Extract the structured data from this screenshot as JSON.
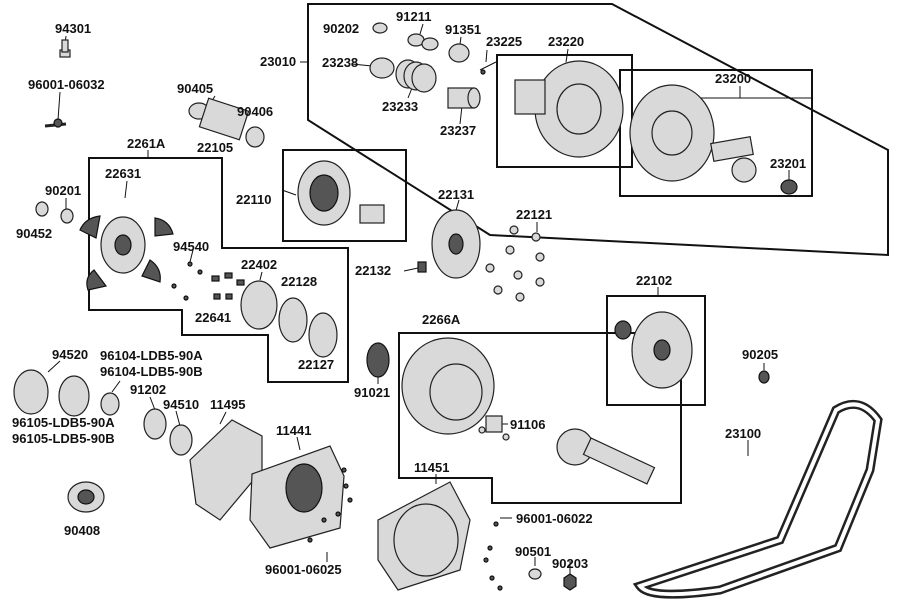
{
  "diagram": {
    "labels": {
      "p94301": "94301",
      "p96001_06032": "96001-06032",
      "p90405": "90405",
      "p90406": "90406",
      "p22105": "22105",
      "p90202": "90202",
      "p91211": "91211",
      "p91351": "91351",
      "p23225": "23225",
      "p23220": "23220",
      "p23010": "23010",
      "p23238": "23238",
      "p23233": "23233",
      "p23237": "23237",
      "p23200": "23200",
      "p23201": "23201",
      "p2261A": "2261A",
      "p22631": "22631",
      "p90201": "90201",
      "p90452": "90452",
      "p94540": "94540",
      "p22402": "22402",
      "p22128": "22128",
      "p22641": "22641",
      "p22127": "22127",
      "p22110": "22110",
      "p22131": "22131",
      "p22121": "22121",
      "p22132": "22132",
      "p22102": "22102",
      "p90205": "90205",
      "p2266A": "2266A",
      "p91021": "91021",
      "p91106": "91106",
      "p94520": "94520",
      "p96104_90A": "96104-LDB5-90A",
      "p96104_90B": "96104-LDB5-90B",
      "p91202": "91202",
      "p94510": "94510",
      "p11495": "11495",
      "p96105_90A": "96105-LDB5-90A",
      "p96105_90B": "96105-LDB5-90B",
      "p11441": "11441",
      "p11451": "11451",
      "p90408": "90408",
      "p96001_06025": "96001-06025",
      "p96001_06022": "96001-06022",
      "p90501": "90501",
      "p90203": "90203",
      "p23100": "23100"
    }
  }
}
